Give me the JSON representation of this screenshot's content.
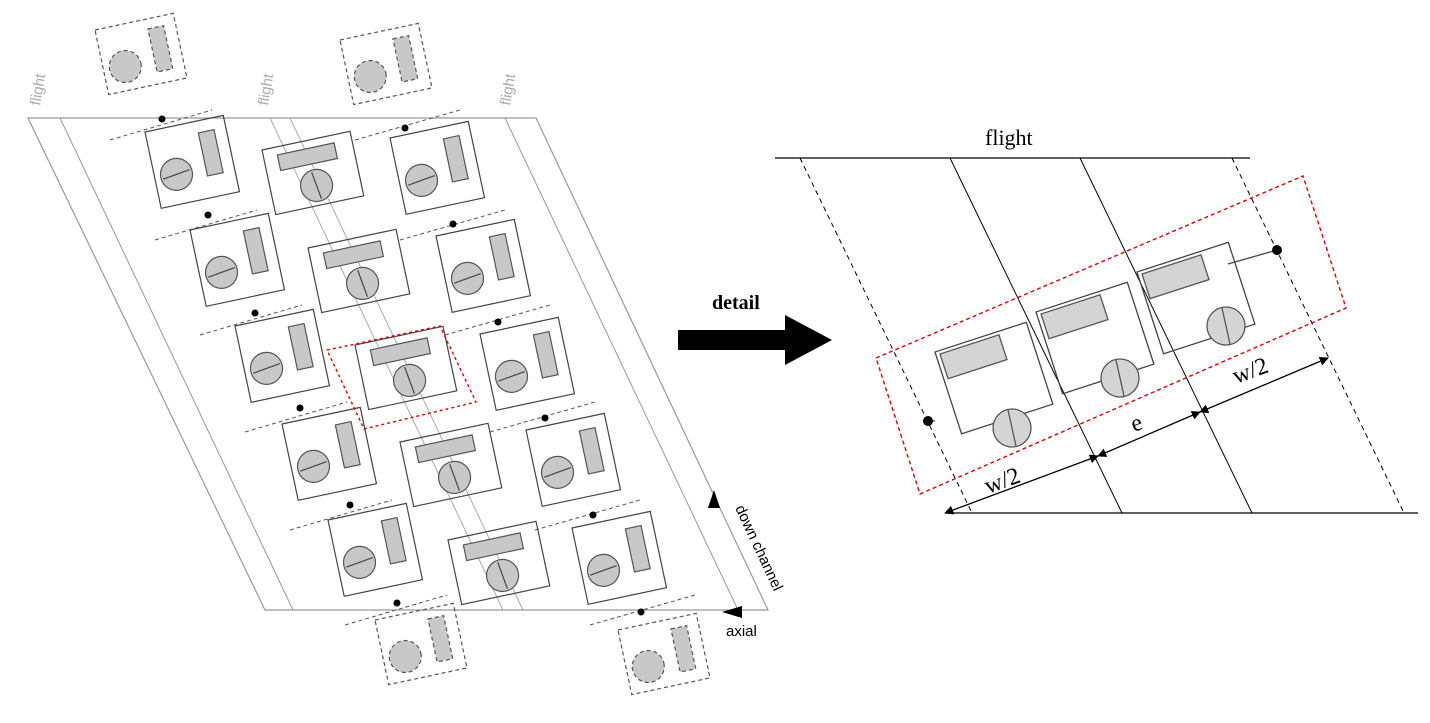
{
  "left_panel": {
    "flight_labels": [
      "flight",
      "flight",
      "flight"
    ],
    "down_channel_label": "down channel",
    "axial_label": "axial"
  },
  "middle": {
    "arrow_label": "detail"
  },
  "right_panel": {
    "flight_label": "flight",
    "dim_left": "w/2",
    "dim_middle": "e",
    "dim_right": "w/2"
  },
  "colors": {
    "element_fill": "#c8c8c8",
    "element_stroke": "#555555",
    "wire": "#444444",
    "boundary_line": "#999999",
    "highlight": "#e00000",
    "arrow": "#000000"
  }
}
